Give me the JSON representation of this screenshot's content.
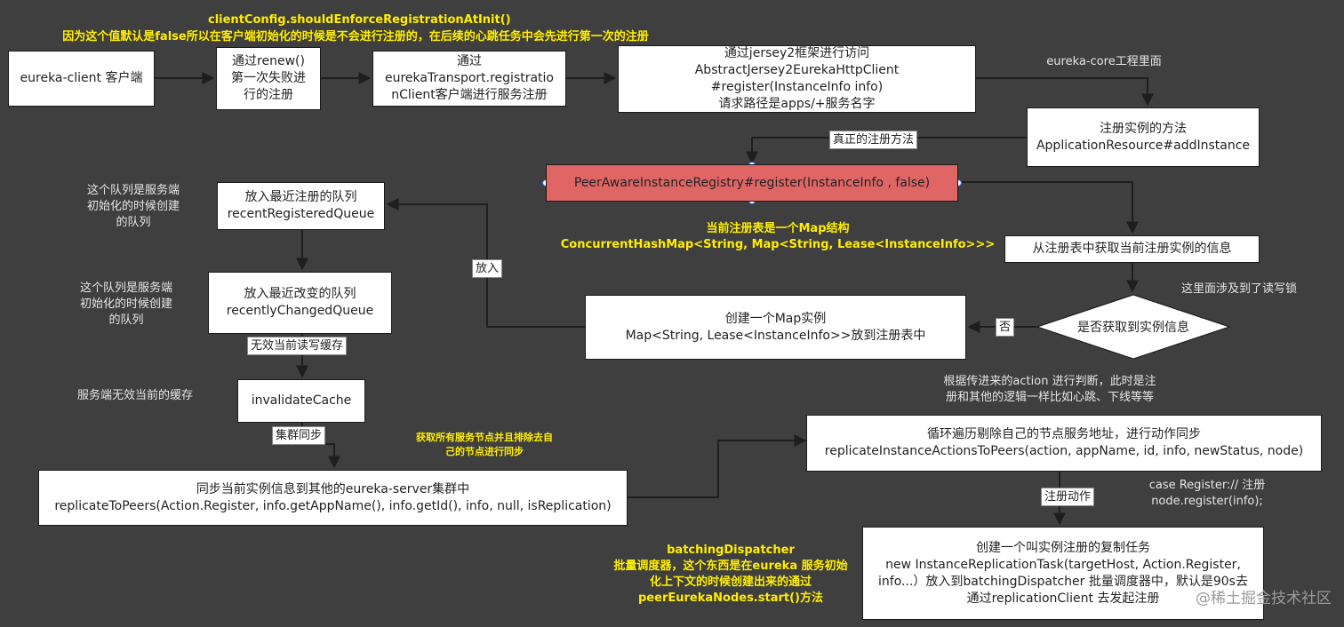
{
  "header": {
    "config_name": "clientConfig.shouldEnforceRegistrationAtInit()",
    "config_note": "因为这个值默认是false所以在客户端初始化的时候是不会进行注册的，在后续的心跳任务中会先进行第一次的注册"
  },
  "nodes": {
    "eureka_client": "eureka-client 客户端",
    "renew": "通过renew()\n第一次失败进\n行的注册",
    "transport": "通过\neurekaTransport.registratio\nnClient客户端进行服务注册",
    "jersey": "通过jersey2框架进行访问\nAbstractJersey2EurekaHttpClient\n#register(InstanceInfo info)\n请求路径是apps/+服务名字",
    "add_instance": "注册实例的方法\nApplicationResource#addInstance",
    "peer_register": "PeerAwareInstanceRegistry#register(InstanceInfo , false)",
    "recent_registered": "放入最近注册的队列\nrecentRegisteredQueue",
    "recently_changed": "放入最近改变的队列\nrecentlyChangedQueue",
    "invalidate_cache": "invalidateCache",
    "replicate_to_peers": "同步当前实例信息到其他的eureka-server集群中\nreplicateToPeers(Action.Register, info.getAppName(), info.getId(), info, null, isReplication)",
    "get_instance": "从注册表中获取当前注册实例的信息",
    "is_found": "是否获取到实例信息",
    "create_map": "创建一个Map实例\nMap<String, Lease<InstanceInfo>>放到注册表中",
    "replicate_actions": "循环遍历剔除自己的节点服务地址，进行动作同步\nreplicateInstanceActionsToPeers(action, appName, id, info, newStatus, node)",
    "replication_task": "创建一个叫实例注册的复制任务\nnew InstanceReplicationTask(targetHost, Action.Register,\ninfo...）放入到batchingDispatcher 批量调度器中，默认是90s去\n通过replicationClient 去发起注册"
  },
  "edge_labels": {
    "real_register": "真正的注册方法",
    "put_in": "放入",
    "invalidate_rw_cache": "无效当前读写缓存",
    "cluster_sync": "集群同步",
    "no": "否",
    "register_action": "注册动作"
  },
  "notes": {
    "eureka_core": "eureka-core工程里面",
    "queue_init_1": "这个队列是服务端\n初始化的时候创建\n的队列",
    "queue_init_2": "这个队列是服务端\n初始化的时候创建\n的队列",
    "server_invalidate": "服务端无效当前的缓存",
    "rw_lock": "这里面涉及到了读写锁",
    "action_judge": "根据传进来的action 进行判断，此时是注\n册和其他的逻辑一样比如心跳、下线等等",
    "case_register": "case Register:// 注册\nnode.register(info);"
  },
  "highlights": {
    "registry_structure": "当前注册表是一个Map结构\nConcurrentHashMap<String, Map<String, Lease<InstanceInfo>>>",
    "exclude_self": "获取所有服务节点并且排除去自\n己的节点进行同步",
    "batching_dispatcher": "batchingDispatcher\n批量调度器，这个东西是在eureka 服务初始\n化上下文的时候创建出来的通过\npeerEurekaNodes.start()方法"
  },
  "watermark": "@稀土掘金技术社区",
  "colors": {
    "background": "#3f3f3f",
    "highlight_text": "#ffee00",
    "red_box": "#e06666",
    "edge": "#1e1e1e"
  }
}
